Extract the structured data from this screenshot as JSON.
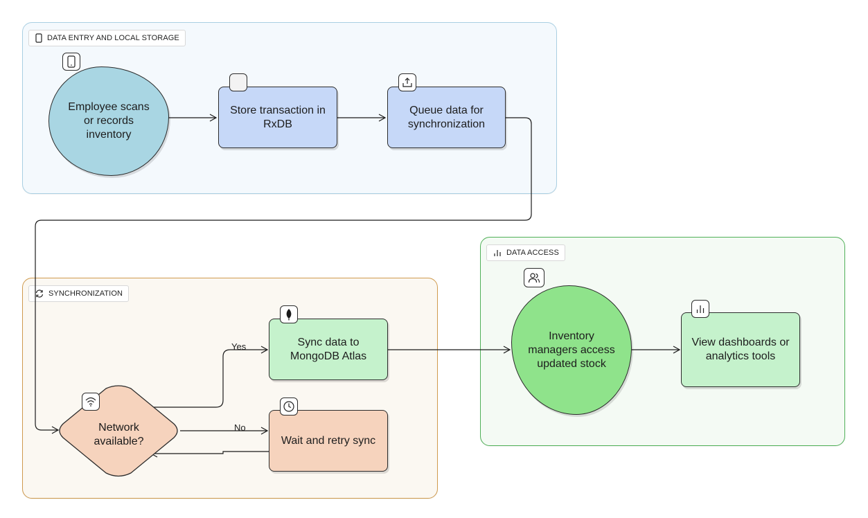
{
  "groups": {
    "entry": {
      "label": "DATA ENTRY AND LOCAL STORAGE",
      "icon": "phone-icon",
      "border": "#a9cfe2",
      "fill": "#f4f9fd"
    },
    "sync": {
      "label": "SYNCHRONIZATION",
      "icon": "refresh-icon",
      "border": "#cf9a4d",
      "fill": "#fbf8f2"
    },
    "access": {
      "label": "DATA ACCESS",
      "icon": "bar-chart-icon",
      "border": "#4fb057",
      "fill": "#f4faf4"
    }
  },
  "nodes": {
    "employee": {
      "label": "Employee scans or records inventory",
      "icon": "phone-icon",
      "fill": "#a9d6e3"
    },
    "store": {
      "label": "Store transaction in RxDB",
      "icon": "blank-icon",
      "fill": "#c6d8f8"
    },
    "queue": {
      "label": "Queue data for synchronization",
      "icon": "upload-icon",
      "fill": "#c6d8f8"
    },
    "network": {
      "label": "Network available?",
      "icon": "wifi-icon",
      "fill": "#f6d3bd"
    },
    "sync_data": {
      "label": "Sync data to MongoDB Atlas",
      "icon": "leaf-icon",
      "fill": "#c5f2cc"
    },
    "wait": {
      "label": "Wait and retry sync",
      "icon": "clock-icon",
      "fill": "#f6d3bd"
    },
    "managers": {
      "label": "Inventory managers access updated stock",
      "icon": "users-icon",
      "fill": "#8fe38b"
    },
    "dashboards": {
      "label": "View dashboards or analytics tools",
      "icon": "bar-chart-icon",
      "fill": "#c5f2cc"
    }
  },
  "edges": {
    "yes_label": "Yes",
    "no_label": "No"
  }
}
